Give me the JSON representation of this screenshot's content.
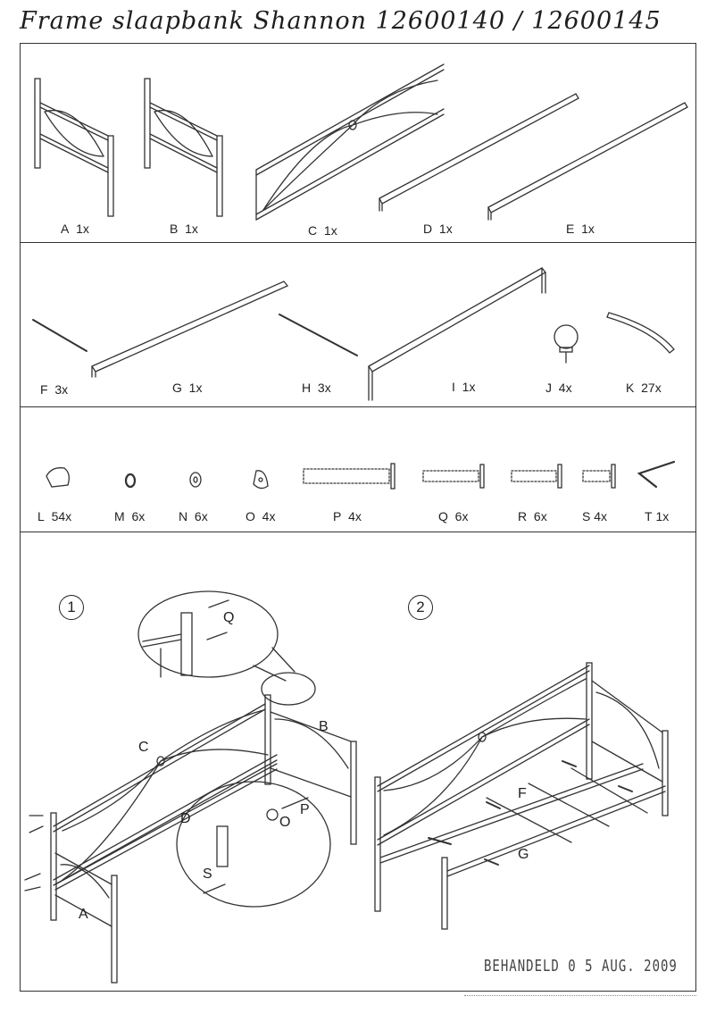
{
  "header": {
    "title": "Frame slaapbank Shannon 12600140 / 12600145"
  },
  "parts_row1": [
    {
      "letter": "A",
      "qty": "1x"
    },
    {
      "letter": "B",
      "qty": "1x"
    },
    {
      "letter": "C",
      "qty": "1x"
    },
    {
      "letter": "D",
      "qty": "1x"
    },
    {
      "letter": "E",
      "qty": "1x"
    }
  ],
  "parts_row2": [
    {
      "letter": "F",
      "qty": "3x"
    },
    {
      "letter": "G",
      "qty": "1x"
    },
    {
      "letter": "H",
      "qty": "3x"
    },
    {
      "letter": "I",
      "qty": "1x"
    },
    {
      "letter": "J",
      "qty": "4x"
    },
    {
      "letter": "K",
      "qty": "27x"
    }
  ],
  "parts_row3": [
    {
      "letter": "L",
      "qty": "54x"
    },
    {
      "letter": "M",
      "qty": "6x"
    },
    {
      "letter": "N",
      "qty": "6x"
    },
    {
      "letter": "O",
      "qty": "4x"
    },
    {
      "letter": "P",
      "qty": "4x"
    },
    {
      "letter": "Q",
      "qty": "6x"
    },
    {
      "letter": "R",
      "qty": "6x"
    },
    {
      "letter": "S",
      "qty": "4x"
    },
    {
      "letter": "T",
      "qty": "1x"
    }
  ],
  "steps": [
    {
      "number": "1",
      "callouts": [
        "Q",
        "B",
        "C",
        "D",
        "A",
        "O",
        "P",
        "S"
      ]
    },
    {
      "number": "2",
      "callouts": [
        "F",
        "G"
      ]
    }
  ],
  "stamp": {
    "text": "BEHANDELD 0 5 AUG. 2009"
  }
}
